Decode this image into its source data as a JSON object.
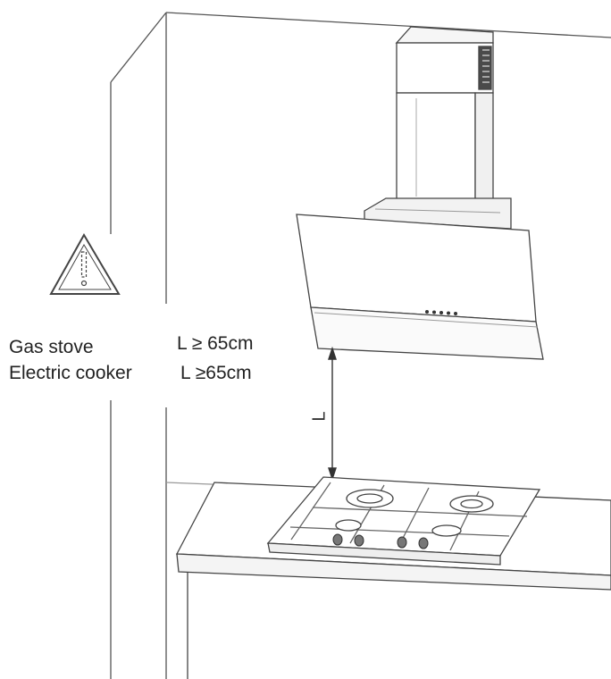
{
  "labels": {
    "gas_stove": "Gas stove",
    "gas_clearance": "L ≥ 65cm",
    "electric_cooker": "Electric cooker",
    "electric_clearance": "L ≥65cm",
    "dimension_letter": "L"
  },
  "icons": [
    "warning-triangle-icon"
  ],
  "colors": {
    "line": "#3a3a3a",
    "light_line": "#8a8a8a",
    "fill": "#f4f4f4"
  }
}
